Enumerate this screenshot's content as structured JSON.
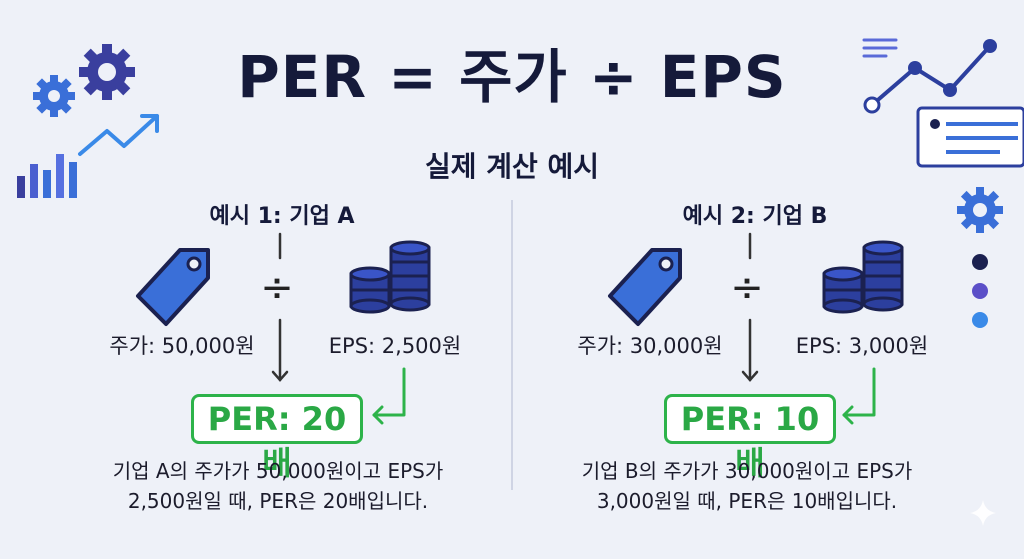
{
  "title": "PER = 주가 ÷ EPS",
  "subtitle": "실제 계산 예시",
  "examples": [
    {
      "heading": "예시 1: 기업 A",
      "price_label": "주가: 50,000원",
      "eps_label": "EPS: 2,500원",
      "operator": "÷",
      "result": "PER: 20배",
      "desc_line1": "기업 A의 주가가 50,000원이고 EPS가",
      "desc_line2": "2,500원일 때, PER은 20배입니다."
    },
    {
      "heading": "예시 2: 기업 B",
      "price_label": "주가: 30,000원",
      "eps_label": "EPS: 3,000원",
      "operator": "÷",
      "result": "PER: 10배",
      "desc_line1": "기업 B의 주가가 30,000원이고 EPS가",
      "desc_line2": "3,000원일 때, PER은 10배입니다."
    }
  ],
  "icons": {
    "price": "price-tag-icon",
    "eps": "coin-stack-icon"
  },
  "colors": {
    "accent_blue": "#3a6fd8",
    "accent_green": "#2db34a",
    "dark_navy": "#1b2150"
  }
}
